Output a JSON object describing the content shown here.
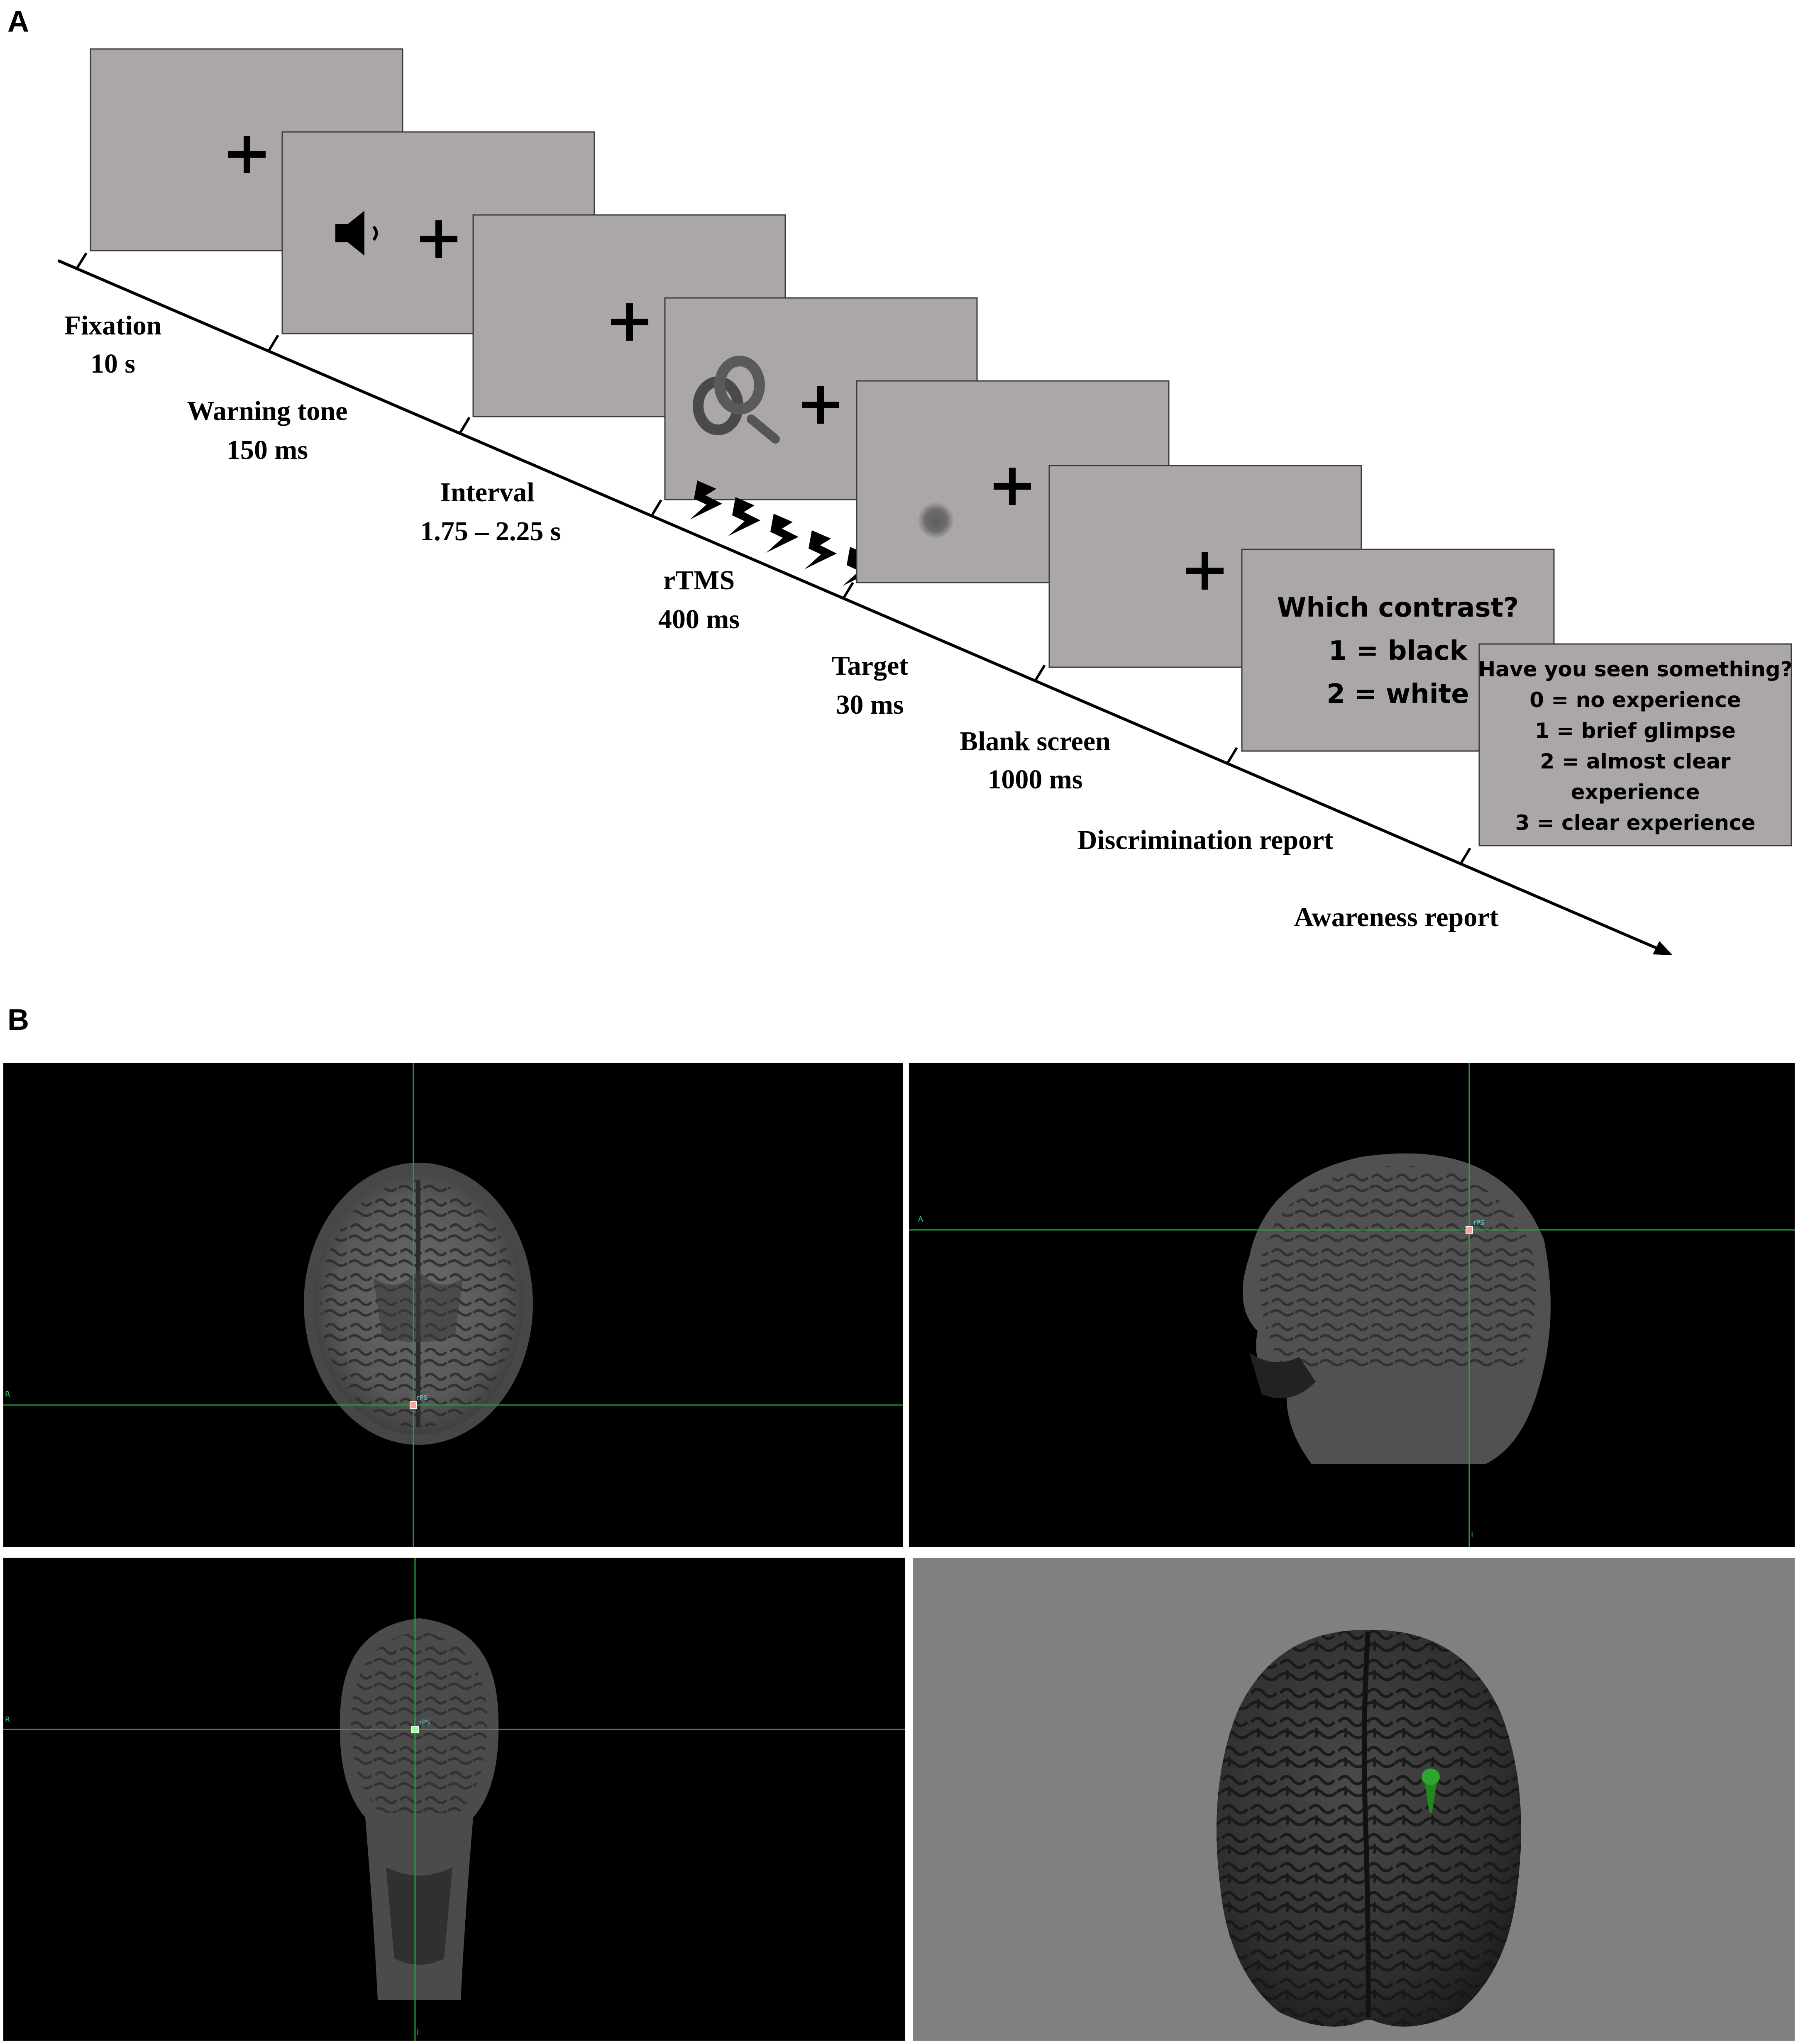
{
  "panel_a": {
    "letter": "A",
    "labels": {
      "fixation": {
        "name": "Fixation",
        "duration": "10 s"
      },
      "warning": {
        "name": "Warning tone",
        "duration": "150 ms"
      },
      "interval": {
        "name": "Interval",
        "duration": "1.75 – 2.25 s"
      },
      "rtms": {
        "name": "rTMS",
        "duration": "400 ms"
      },
      "target": {
        "name": "Target",
        "duration": "30 ms"
      },
      "blank": {
        "name": "Blank screen",
        "duration": "1000 ms"
      },
      "discrimination": {
        "name": "Discrimination report"
      },
      "awareness": {
        "name": "Awareness report"
      }
    },
    "discrimination_screen": {
      "question": "Which contrast?",
      "option1": "1 = black",
      "option2": "2 = white"
    },
    "awareness_screen": {
      "question": "Have you seen something?",
      "opt0": "0 = no experience",
      "opt1": "1 = brief glimpse",
      "opt2a": "2 = almost clear",
      "opt2b": "experience",
      "opt3": "3 = clear experience"
    }
  },
  "panel_b": {
    "letter": "B",
    "axial": {
      "side_label": "R",
      "cursor_label": "rPS"
    },
    "sagittal": {
      "side_label": "A",
      "bottom_label": "I",
      "cursor_label": "rPS"
    },
    "coronal": {
      "side_label": "R",
      "bottom_label": "I",
      "cursor_label": "rPS"
    }
  },
  "colors": {
    "screen": "#aaa7a6",
    "mri_background": "#000000",
    "crosshair": "#1fa03a",
    "render_background": "#808080",
    "marker": "#1e8a1e"
  }
}
